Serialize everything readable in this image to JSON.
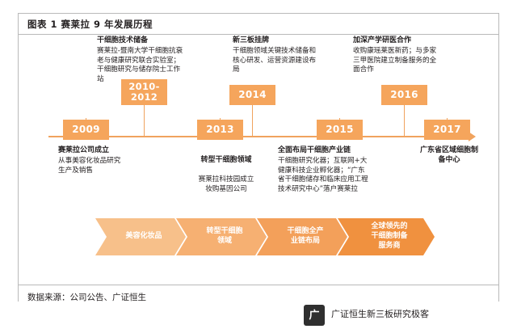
{
  "header": {
    "title": "图表 1  赛莱拉 9 年发展历程"
  },
  "footer": {
    "source_label": "数据来源：公司公告、广证恒生",
    "account_name": "广证恒生新三板研究极客",
    "logo_glyph": "广"
  },
  "timeline": {
    "milestones": [
      {
        "year": "2009",
        "position": "below",
        "heading": "赛莱拉公司成立",
        "body": "从事美容化妆品研究生产及销售"
      },
      {
        "year": "2010-\n2012",
        "position": "above",
        "heading": "干细胞技术储备",
        "body": "赛莱拉-暨南大学干细胞抗衰老与健康研究联合实验室；干细胞研究与储存院士工作站"
      },
      {
        "year": "2013",
        "position": "below",
        "heading": "转型干细胞领域",
        "body": "赛莱拉科技园成立\n妆购基因公司"
      },
      {
        "year": "2014",
        "position": "above",
        "heading": "新三板挂牌",
        "body": "干细胞领域关键技术储备和核心研发、运营资源建设布局"
      },
      {
        "year": "2015",
        "position": "below",
        "heading": "全面布局干细胞产业链",
        "body": "干细胞研究化器；互联网+大健康科技企业孵化器；“广东省干细胞储存和临床应用工程技术研究中心”落户赛莱拉"
      },
      {
        "year": "2016",
        "position": "above",
        "heading": "加深产学研医合作",
        "body": "收购康瑶莱医新药；与多家三甲医院建立制备服务的全面合作"
      },
      {
        "year": "2017",
        "position": "below",
        "heading": "广东省区域细胞制备中心",
        "body": ""
      }
    ]
  },
  "stages": [
    {
      "label": "美容化妆品"
    },
    {
      "label": "转型干细胞\n领域"
    },
    {
      "label": "干细胞全产\n业链布局"
    },
    {
      "label": "全球领先的\n干细胞制备\n服务商"
    }
  ],
  "colors": {
    "accent": "#f5a55c",
    "timeline": "#f0a35e",
    "chevron_1": "#f7c08a",
    "chevron_2": "#f6b072",
    "chevron_3": "#f3a05a",
    "chevron_4": "#f0913f",
    "text": "#231f20",
    "border": "#b9b9b9"
  }
}
